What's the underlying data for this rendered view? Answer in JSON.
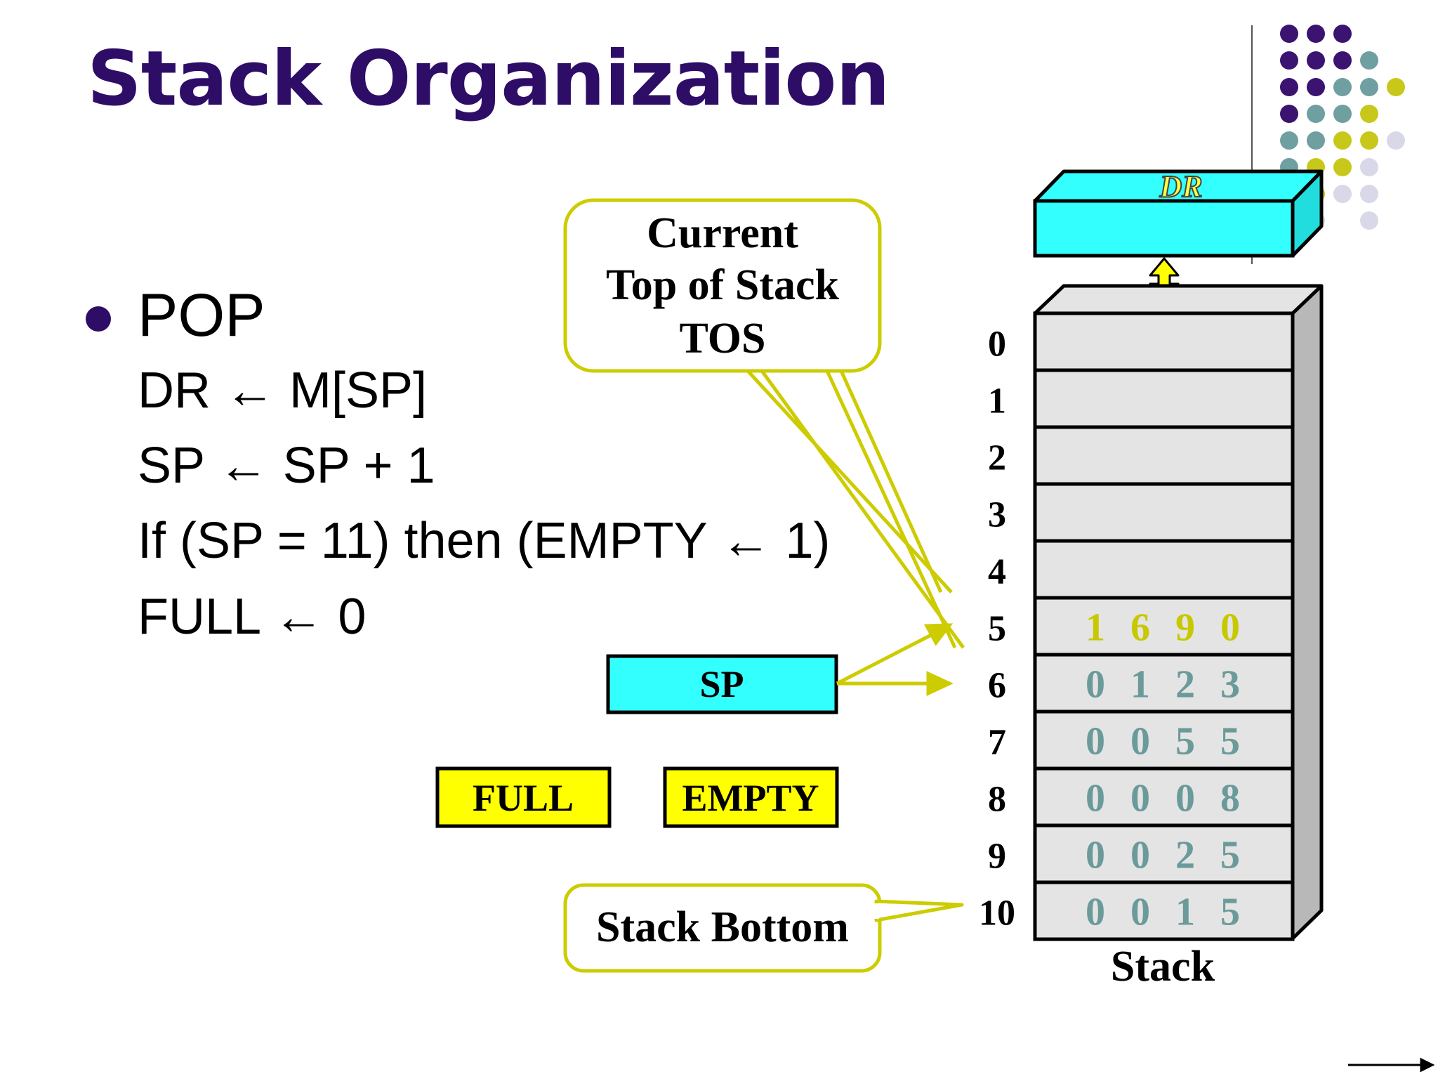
{
  "slide": {
    "title": "Stack Organization",
    "bullet": "POP",
    "steps": [
      "DR ← M[SP]",
      "SP ← SP + 1",
      "If (SP = 11) then (EMPTY ← 1)",
      "FULL ← 0"
    ]
  },
  "diagram": {
    "dr_label": "DR",
    "sp_label": "SP",
    "full_label": "FULL",
    "empty_label": "EMPTY",
    "tos_callout": [
      "Current",
      "Top of Stack",
      "TOS"
    ],
    "bottom_callout": "Stack Bottom",
    "stack_caption": "Stack",
    "addresses": [
      "0",
      "1",
      "2",
      "3",
      "4",
      "5",
      "6",
      "7",
      "8",
      "9",
      "10"
    ],
    "memory": [
      {
        "address": "0",
        "value": ""
      },
      {
        "address": "1",
        "value": ""
      },
      {
        "address": "2",
        "value": ""
      },
      {
        "address": "3",
        "value": ""
      },
      {
        "address": "4",
        "value": ""
      },
      {
        "address": "5",
        "value": "1 6 9 0"
      },
      {
        "address": "6",
        "value": "0 1 2 3"
      },
      {
        "address": "7",
        "value": "0 0 5 5"
      },
      {
        "address": "8",
        "value": "0 0 0 8"
      },
      {
        "address": "9",
        "value": "0 0 2 5"
      },
      {
        "address": "10",
        "value": "0 0 1 5"
      }
    ]
  },
  "colors": {
    "title": "#2e0d67",
    "register_fill": "#33ffff",
    "flag_fill": "#ffff00",
    "callout_border": "#cccc00",
    "popped_value": "#c8c800",
    "stack_value": "#6b9a9a",
    "stack_cell": "#e4e4e4",
    "stack_side": "#b8b8b8"
  }
}
